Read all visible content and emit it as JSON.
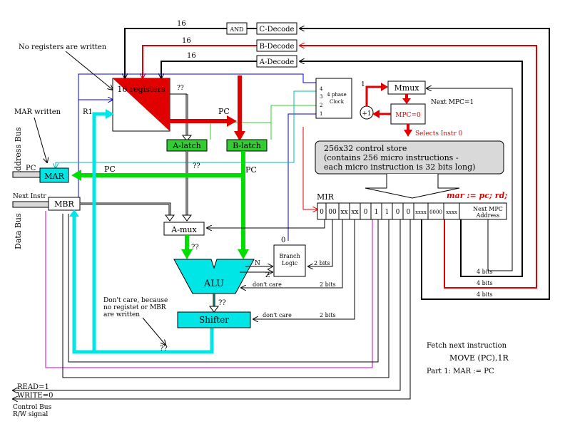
{
  "decoders": {
    "c_decode": "C-Decode",
    "b_decode": "B-Decode",
    "a_decode": "A-Decode",
    "and_gate": "AND",
    "bus_width_c": "16",
    "bus_width_b": "16",
    "bus_width_a": "16"
  },
  "annotations": {
    "no_registers_written": "No registers are written",
    "mar_written": "MAR written",
    "dont_care_line1": "Don't care, because",
    "dont_care_line2": "no registet or MBR",
    "dont_care_line3": "are written",
    "fetch_title": "Fetch next instruction",
    "fetch_instr": "MOVE (PC),1R",
    "fetch_part": "Part 1: MAR := PC"
  },
  "registers": {
    "label": "16 registers",
    "r1": "R1",
    "qq_right": "??"
  },
  "latches": {
    "a_latch": "A-latch",
    "b_latch": "B-latch",
    "pc_top": "PC",
    "pc_b": "PC",
    "qq_a": "??"
  },
  "memory_side": {
    "address_bus": "Address Bus",
    "data_bus": "Data Bus",
    "mar": "MAR",
    "mbr": "MBR",
    "pc_in": "PC",
    "pc_arrow": "PC",
    "next_instr": "Next Instr"
  },
  "datapath": {
    "amux": "A-mux",
    "alu": "ALU",
    "shifter": "Shifter",
    "qq_alu_in": "??",
    "qq_shifter": "??",
    "qq_bottom": "??",
    "n_flag": "N",
    "z_flag": "Z",
    "dont_care_alu": "don't care",
    "dont_care_sh": "don't care",
    "bits_branch": "2 bits",
    "bits_alu": "2 bits",
    "bits_sh": "2 bits",
    "branch_line1": "Branch",
    "branch_line2": "Logic",
    "branch_zero": "0"
  },
  "clock": {
    "line1": "4 phase",
    "line2": "Clock",
    "phases": [
      "4",
      "3",
      "2",
      "1"
    ]
  },
  "sequencer": {
    "mmux": "Mmux",
    "mpc": "MPC=0",
    "plus_one": "+1",
    "one": "1",
    "next_mpc": "Next MPC=1",
    "selects": "Selects Instr 0"
  },
  "control_store": {
    "line1": "256x32 control store",
    "line2": "(contains 256 micro instructions -",
    "line3": "each micro instruction is 32 bits long)"
  },
  "mir": {
    "label": "MIR",
    "microcode": "mar := pc; rd;",
    "fields": [
      "0",
      "00",
      "xx",
      "xx",
      "0",
      "1",
      "1",
      "0",
      "0",
      "xxxx",
      "0000",
      "xxxx"
    ],
    "next_addr_line1": "Next MPC",
    "next_addr_line2": "Address",
    "bits_c": "4 bits",
    "bits_b": "4 bits",
    "bits_a": "4 bits"
  },
  "control_bus": {
    "read": "READ=1",
    "write": "WRITE=0",
    "label1": "Control Bus",
    "label2": "R/W signal"
  },
  "colors": {
    "red": "#e00000",
    "green": "#00dd00",
    "cyan": "#00e5e5",
    "blue": "#0000dd",
    "magenta": "#cc00cc",
    "gray": "#d9d9d9",
    "branch_green": "#33cc33"
  }
}
